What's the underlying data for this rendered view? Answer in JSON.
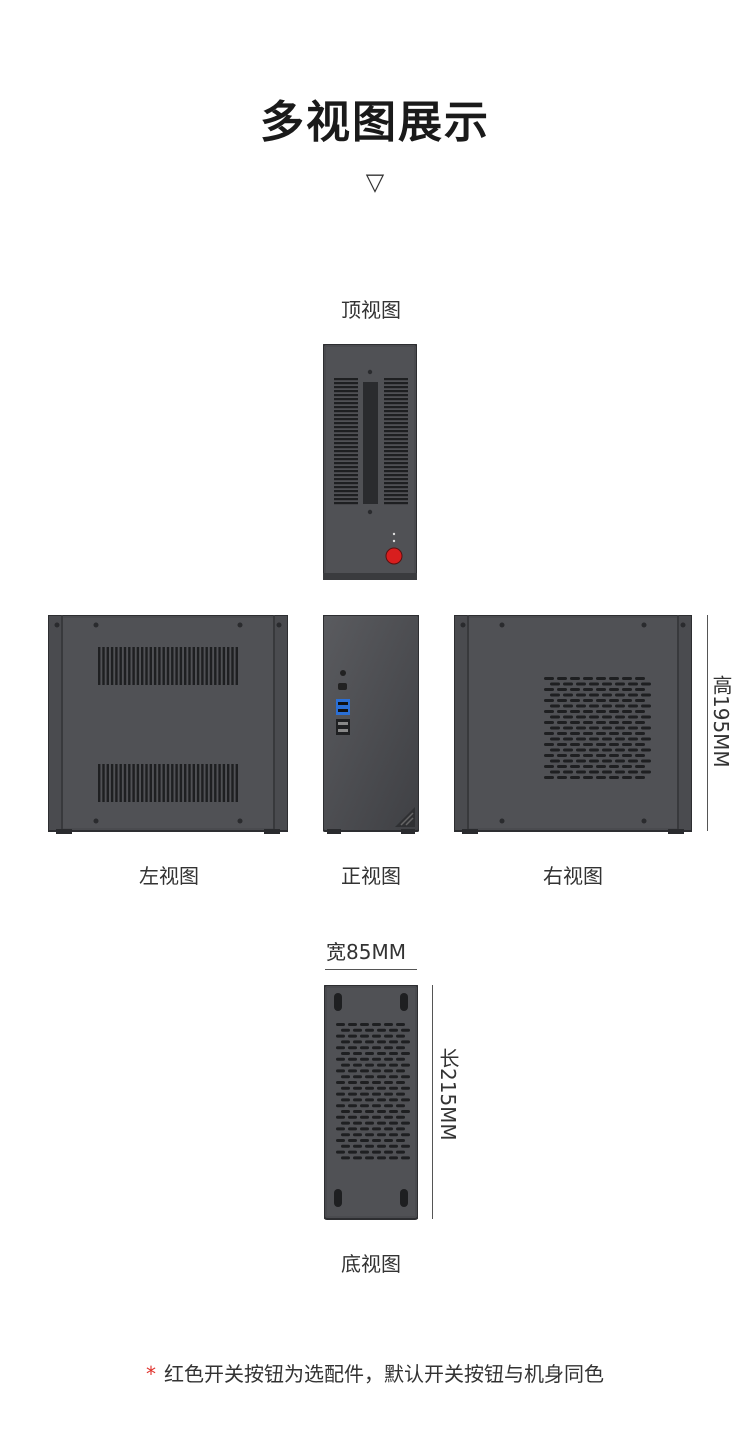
{
  "header": {
    "title": "多视图展示",
    "arrow": "▽"
  },
  "views": {
    "top": "顶视图",
    "left": "左视图",
    "front": "正视图",
    "right": "右视图",
    "bottom": "底视图"
  },
  "dimensions": {
    "height": "高195MM",
    "width": "宽85MM",
    "length": "长215MM"
  },
  "footnote": {
    "star": "*",
    "text": "红色开关按钮为选配件，默认开关按钮与机身同色"
  },
  "colors": {
    "case": "#4a4b4f",
    "case_dark": "#2a2b2e",
    "power_button": "#d81e1e",
    "usb_blue": "#2a6fd6"
  }
}
